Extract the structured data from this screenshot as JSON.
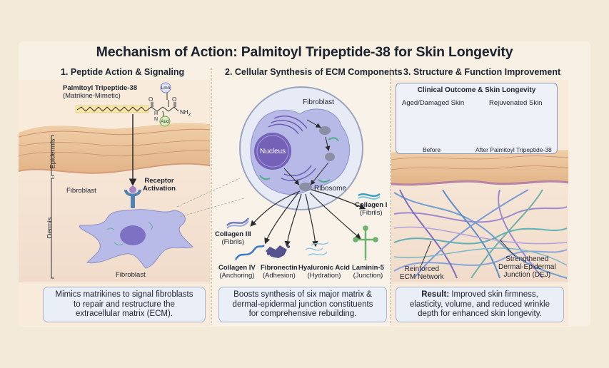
{
  "title": "Mechanism of Action: Palmitoyl Tripeptide-38 for Skin Longevity",
  "columns": [
    {
      "heading": "1. Peptide Action & Signaling"
    },
    {
      "heading": "2. Cellular Synthesis of ECM Components"
    },
    {
      "heading": "3. Structure & Function Improvement"
    }
  ],
  "panel1": {
    "peptide_name": "Palmitoyl Tripeptide-38",
    "peptide_sub": "(Matrikine-Mimetic)",
    "residue_top": "Lmn",
    "residue_bottom": "Aud",
    "o_label": "O",
    "n_label": "N",
    "nh2_label": "NH",
    "nh2_sub": "2",
    "h_label": "H",
    "epidermis": "Epidermis",
    "dermis": "Dermis",
    "fibroblast_top": "Fibroblast",
    "receptor_1": "Receptor",
    "receptor_2": "Activation",
    "fibroblast_bottom": "Fibroblast",
    "summary_1": "Mimics matrikines to signal fibroblasts",
    "summary_2": "to repair and restructure the",
    "summary_3": "extracellular matrix (ECM)."
  },
  "panel2": {
    "fibroblast": "Fibroblast",
    "nucleus": "Nucleus",
    "ribosome": "Ribosome",
    "collagen1_name": "Collagen I",
    "collagen1_sub": "(Fibrils)",
    "collagen3_name": "Collagen III",
    "collagen3_sub": "(Fibrils)",
    "collagen4_name": "Collagen IV",
    "collagen4_sub": "(Anchoring)",
    "fibronectin_name": "Fibronectin",
    "fibronectin_sub": "(Adhesion)",
    "hyaluronic_name": "Hyaluronic Acid",
    "hyaluronic_sub": "(Hydration)",
    "laminin_name": "Laminin-5",
    "laminin_sub": "(Junction)",
    "summary_1": "Boosts synthesis of six major matrix &",
    "summary_2": "dermal-epidermal junction constituents",
    "summary_3": "for comprehensive rebuilding."
  },
  "panel3": {
    "clinical_title": "Clinical Outcome & Skin Longevity",
    "aged": "Aged/Damaged Skin",
    "rejuvenated": "Rejuvenated Skin",
    "before": "Before",
    "after": "After Palmitoyl Tripeptide-38",
    "ecm_1": "Reinforced",
    "ecm_2": "ECM Network",
    "dej_1": "Strengthened",
    "dej_2": "Dermal-Epidermal",
    "dej_3": "Junction (DEJ)",
    "result_label": "Result:",
    "summary_1": " Improved skin firmness,",
    "summary_2": "elasticity, volume, and reduced wrinkle",
    "summary_3": "depth for enhanced skin longevity."
  },
  "colors": {
    "background": "#f3ead9",
    "skin": "#e8c39c",
    "cell": "#b7b9e6",
    "nucleus": "#7d6fc0",
    "summary_box": "#e9eef7",
    "arrow": "#2a2a2a"
  }
}
